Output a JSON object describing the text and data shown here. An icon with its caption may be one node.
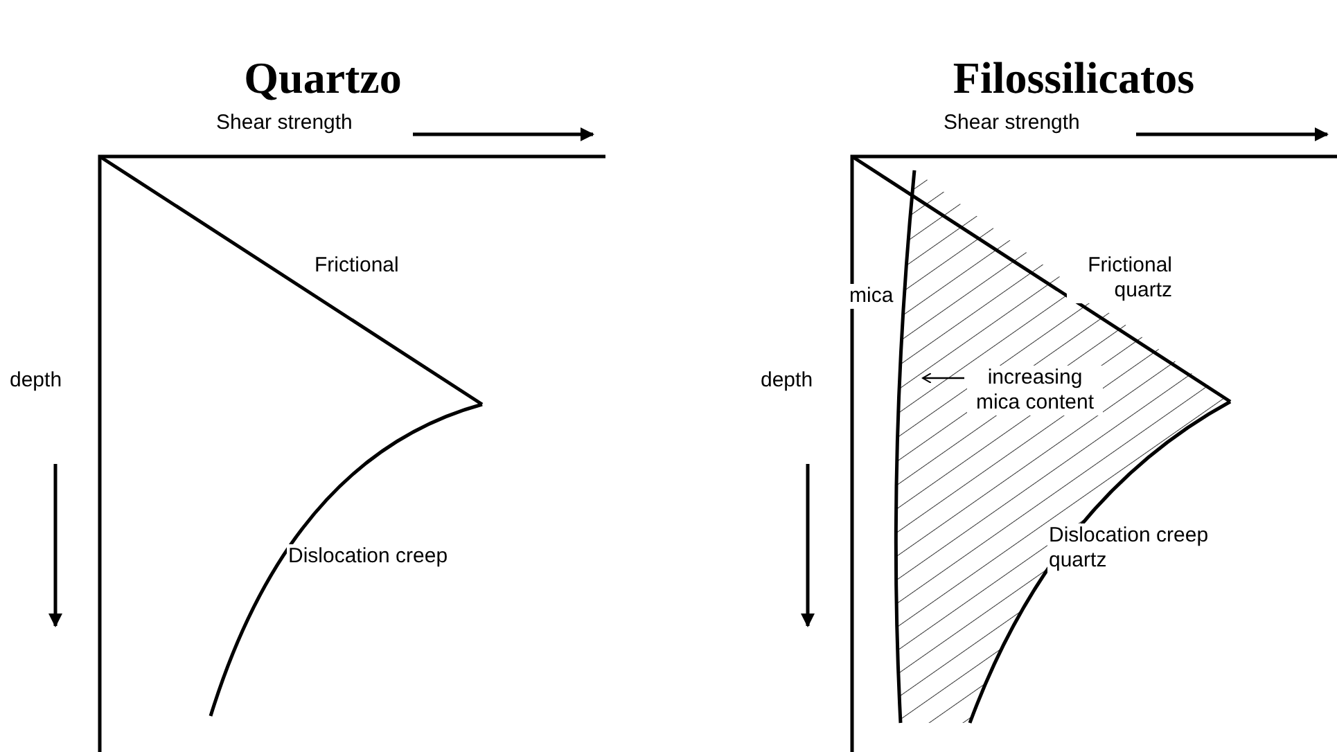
{
  "diagram": {
    "labels": [
      "Quartzo",
      "Filossilicatos",
      "Shear strength",
      "Shear strength",
      "Frictional",
      "mica",
      "Frictional quartz",
      "depth",
      "increasing mica content",
      "depth",
      "Dislocation creep",
      "Dislocation creep quartz"
    ]
  }
}
